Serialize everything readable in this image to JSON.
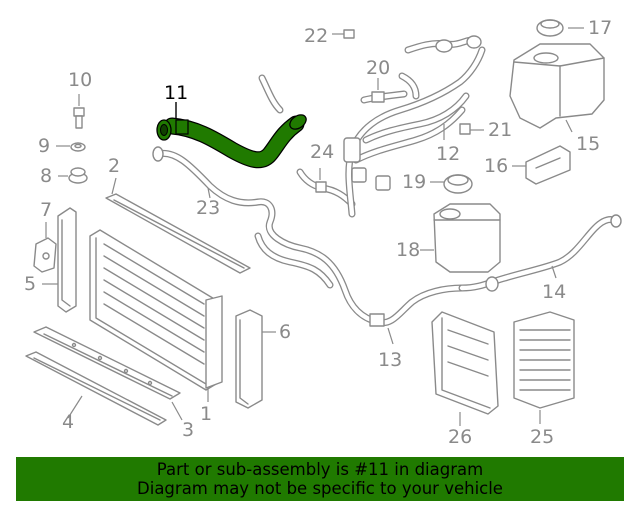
{
  "callouts": {
    "c1": "1",
    "c2": "2",
    "c3": "3",
    "c4": "4",
    "c5": "5",
    "c6": "6",
    "c7": "7",
    "c8": "8",
    "c9": "9",
    "c10": "10",
    "c11": "11",
    "c12": "12",
    "c13": "13",
    "c14": "14",
    "c15": "15",
    "c16": "16",
    "c17": "17",
    "c18": "18",
    "c19": "19",
    "c20": "20",
    "c21": "21",
    "c22": "22",
    "c23": "23",
    "c24": "24",
    "c25": "25",
    "c26": "26"
  },
  "highlight": {
    "part_number": "11",
    "color": "#207a00"
  },
  "banner": {
    "line1": "Part or sub-assembly is #11 in diagram",
    "line2": "Diagram may not be specific to your vehicle",
    "bg_color": "#207a00"
  }
}
